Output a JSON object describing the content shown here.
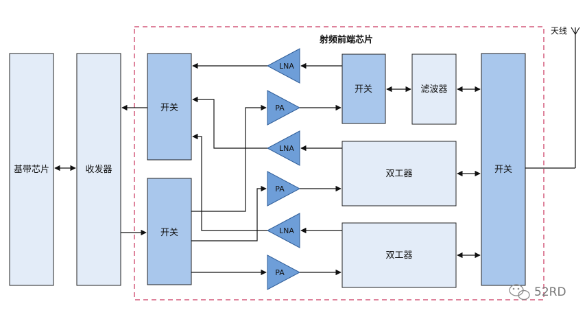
{
  "diagram": {
    "rf_frontend_title": "射频前端芯片",
    "antenna_label": "天线",
    "baseband_label": "基带芯片",
    "transceiver_label": "收发器",
    "switch_label": "开关",
    "filter_label": "滤波器",
    "duplexer_label": "双工器",
    "lna_label": "LNA",
    "pa_label": "PA",
    "watermark": "52RD"
  },
  "colors": {
    "light_block": "#e3ecf8",
    "medium_block": "#a9c7ec",
    "amplifier": "#6e9ed8",
    "frame_dash": "#d4587a"
  },
  "icons": {
    "watermark_icon": "wechat-icon"
  }
}
